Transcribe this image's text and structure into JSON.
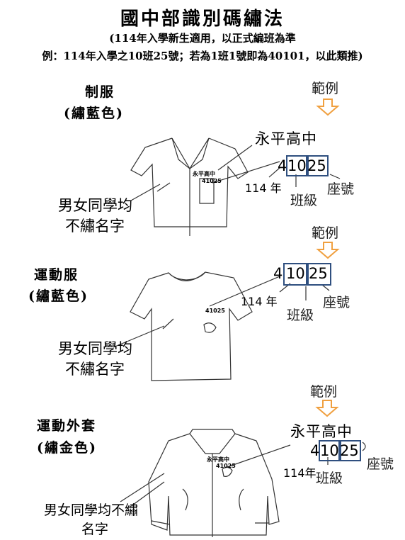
{
  "title": "國中部識別碼繡法",
  "subtitle": "(114年入學新生適用，以正式編班為準",
  "example_line": "例：114年入學之10班25號；若為1班1號即為40101，以此類推)",
  "sections": [
    {
      "name": "制服",
      "color": "(繡藍色)",
      "note": [
        "男女同學均",
        "不繡名字"
      ],
      "example_label": "範例",
      "school": "永平高中",
      "code": {
        "year": "4",
        "class": "10",
        "seat": "25"
      },
      "year_label": "114 年",
      "class_label": "班級",
      "seat_label": "座號",
      "shirt_school": "永平高中",
      "shirt_code": "41025"
    },
    {
      "name": "運動服",
      "color": "(繡藍色)",
      "note": [
        "男女同學均",
        "不繡名字"
      ],
      "example_label": "範例",
      "code": {
        "year": "4",
        "class": "10",
        "seat": "25"
      },
      "year_label": "114 年",
      "class_label": "班級",
      "seat_label": "座號",
      "shirt_code": "41025"
    },
    {
      "name": "運動外套",
      "color": "(繡金色)",
      "note": [
        "男女同學均不繡",
        "名字"
      ],
      "example_label": "範例",
      "school": "永平高中",
      "code": {
        "year": "4",
        "class": "10",
        "seat": "25"
      },
      "year_label": "114年",
      "class_label": "班級",
      "seat_label": "座號",
      "shirt_school": "永平高中",
      "shirt_code": "41025"
    }
  ],
  "colors": {
    "arrow": "#f0a040",
    "box": "#2f4f7f"
  }
}
